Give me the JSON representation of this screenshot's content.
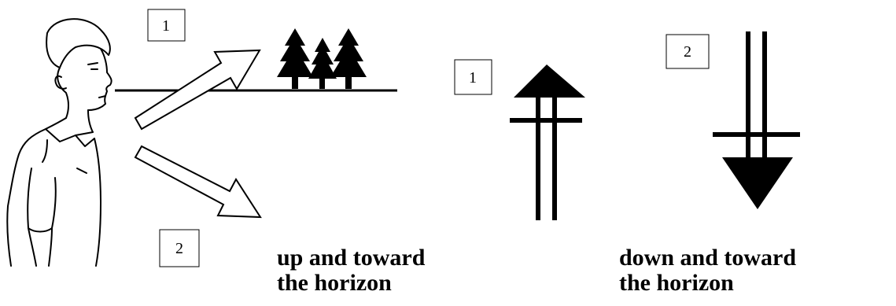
{
  "labels": {
    "box_top_left": "1",
    "box_bottom_left": "2",
    "box_up_symbol": "1",
    "box_down_symbol": "2"
  },
  "captions": {
    "up": {
      "line1": "up and toward",
      "line2": "the horizon"
    },
    "down": {
      "line1": " down and toward",
      "line2": "the horizon"
    }
  },
  "colors": {
    "ink": "#000000",
    "background": "#ffffff"
  },
  "icons": [
    "person-figure",
    "up-arrow-outline",
    "down-arrow-outline",
    "trees-icon",
    "up-horizon-symbol",
    "down-horizon-symbol"
  ]
}
